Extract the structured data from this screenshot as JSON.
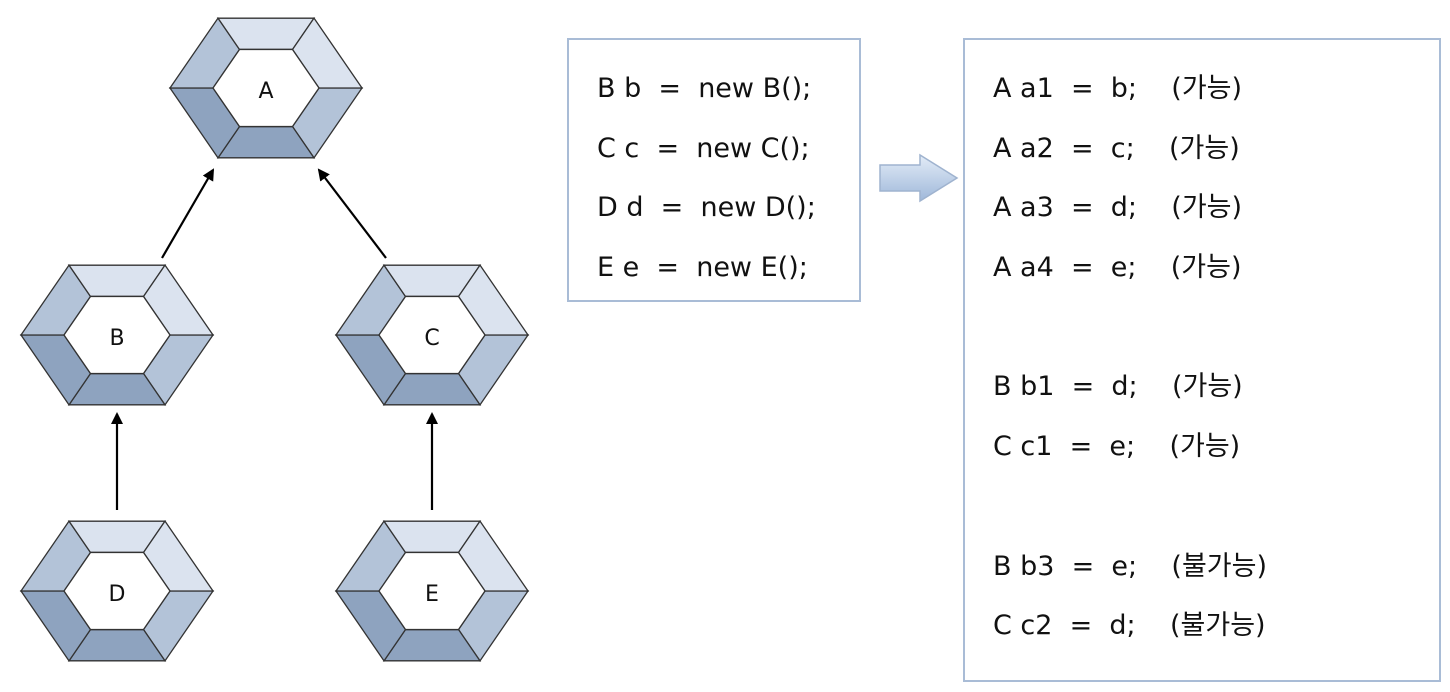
{
  "nodes": {
    "a": "A",
    "b": "B",
    "c": "C",
    "d": "D",
    "e": "E"
  },
  "declarations": [
    "B b  =  new B();",
    "C c  =  new C();",
    "D d  =  new D();",
    "E e  =  new E();"
  ],
  "assignments": [
    "A a1  =  b;    (가능)",
    "A a2  =  c;    (가능)",
    "A a3  =  d;    (가능)",
    "A a4  =  e;    (가능)",
    "",
    "B b1  =  d;    (가능)",
    "C c1  =  e;    (가능)",
    "",
    "B b3  =  e;    (불가능)",
    "C c2  =  d;    (불가능)"
  ],
  "colors": {
    "hex_light": "#dbe3ef",
    "hex_mid": "#b3c3d8",
    "hex_dark": "#8ea3bf",
    "hex_edge": "#333333",
    "box_border": "#a9bcd6",
    "arrow_fill": "#bcd0ea"
  },
  "icons": {
    "transform_arrow": "right-arrow-icon"
  }
}
